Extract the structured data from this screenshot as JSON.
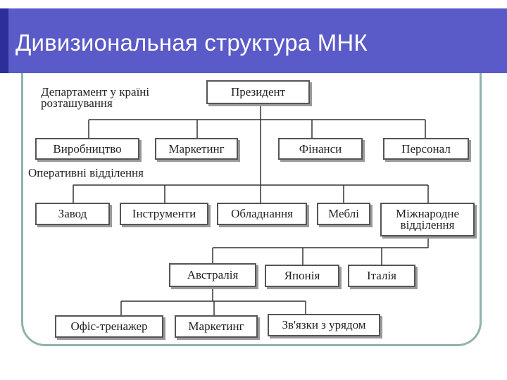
{
  "slide": {
    "title": "Дивизиональная структура МНК",
    "colors": {
      "title_bar": "#5a5ac8",
      "frame": "#8fb3ae"
    }
  },
  "labels": {
    "country_dept_line1": "Департамент у країні",
    "country_dept_line2": "розташування",
    "operating_divisions": "Оперативні відділення"
  },
  "org": {
    "president": "Президент",
    "functions": [
      "Виробництво",
      "Маркетинг",
      "Фінанси",
      "Персонал"
    ],
    "divisions": [
      "Завод",
      "Інструменти",
      "Обладнання",
      "Меблі"
    ],
    "international_line1": "Міжнародне",
    "international_line2": "відділення",
    "countries": [
      "Австралія",
      "Японія",
      "Італія"
    ],
    "australia_units": [
      "Офіс-тренажер",
      "Маркетинг",
      "Зв'язки з урядом"
    ]
  }
}
